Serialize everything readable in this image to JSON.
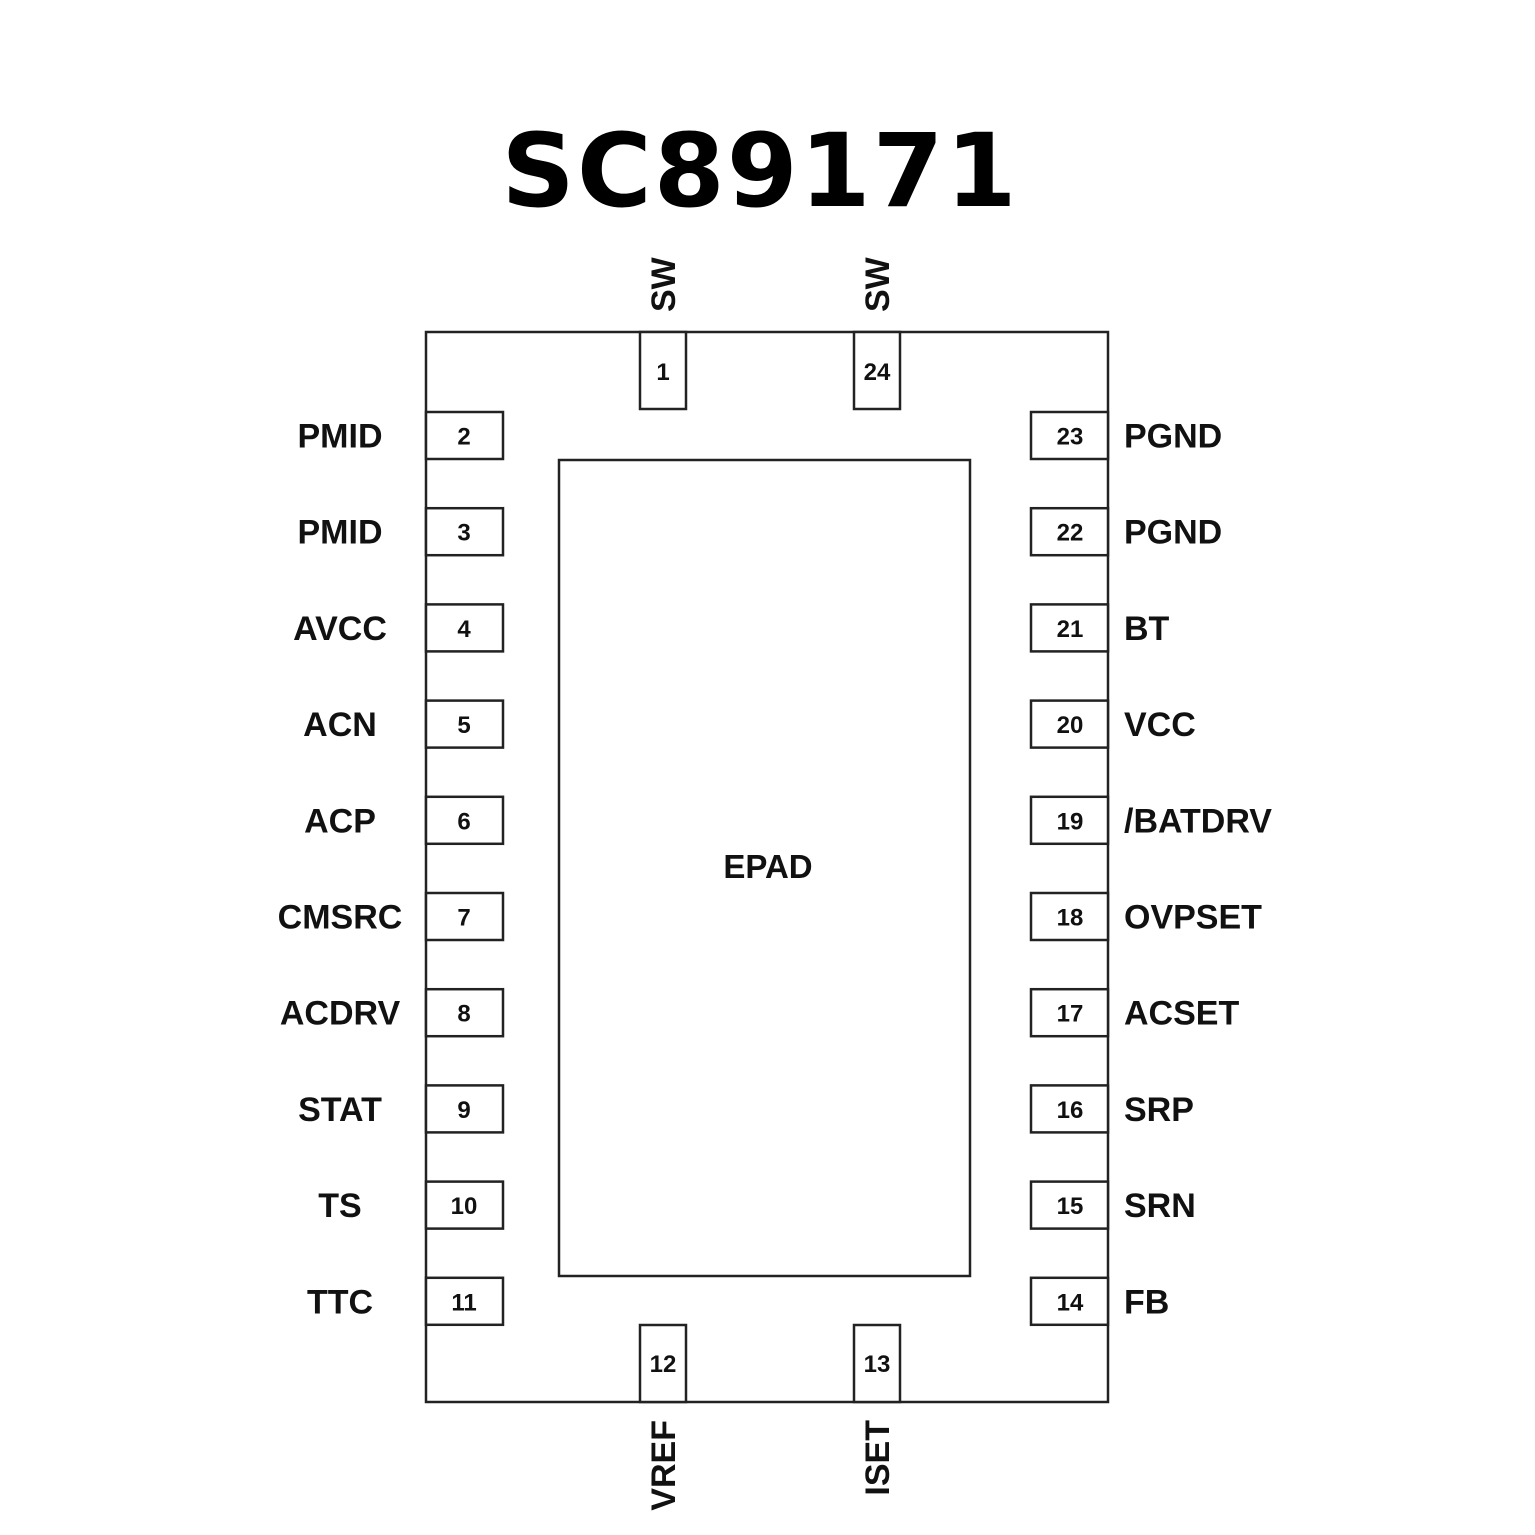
{
  "title": "SC89171",
  "epad": {
    "label": "EPAD"
  },
  "pins": {
    "top": [
      {
        "number": "1",
        "name": "SW"
      },
      {
        "number": "24",
        "name": "SW"
      }
    ],
    "left": [
      {
        "number": "2",
        "name": "PMID"
      },
      {
        "number": "3",
        "name": "PMID"
      },
      {
        "number": "4",
        "name": "AVCC"
      },
      {
        "number": "5",
        "name": "ACN"
      },
      {
        "number": "6",
        "name": "ACP"
      },
      {
        "number": "7",
        "name": "CMSRC"
      },
      {
        "number": "8",
        "name": "ACDRV"
      },
      {
        "number": "9",
        "name": "STAT"
      },
      {
        "number": "10",
        "name": "TS"
      },
      {
        "number": "11",
        "name": "TTC"
      }
    ],
    "bottom": [
      {
        "number": "12",
        "name": "VREF"
      },
      {
        "number": "13",
        "name": "ISET"
      }
    ],
    "right": [
      {
        "number": "23",
        "name": "PGND"
      },
      {
        "number": "22",
        "name": "PGND"
      },
      {
        "number": "21",
        "name": "BT"
      },
      {
        "number": "20",
        "name": "VCC"
      },
      {
        "number": "19",
        "name": "/BATDRV"
      },
      {
        "number": "18",
        "name": "OVPSET"
      },
      {
        "number": "17",
        "name": "ACSET"
      },
      {
        "number": "16",
        "name": "SRP"
      },
      {
        "number": "15",
        "name": "SRN"
      },
      {
        "number": "14",
        "name": "FB"
      }
    ]
  }
}
